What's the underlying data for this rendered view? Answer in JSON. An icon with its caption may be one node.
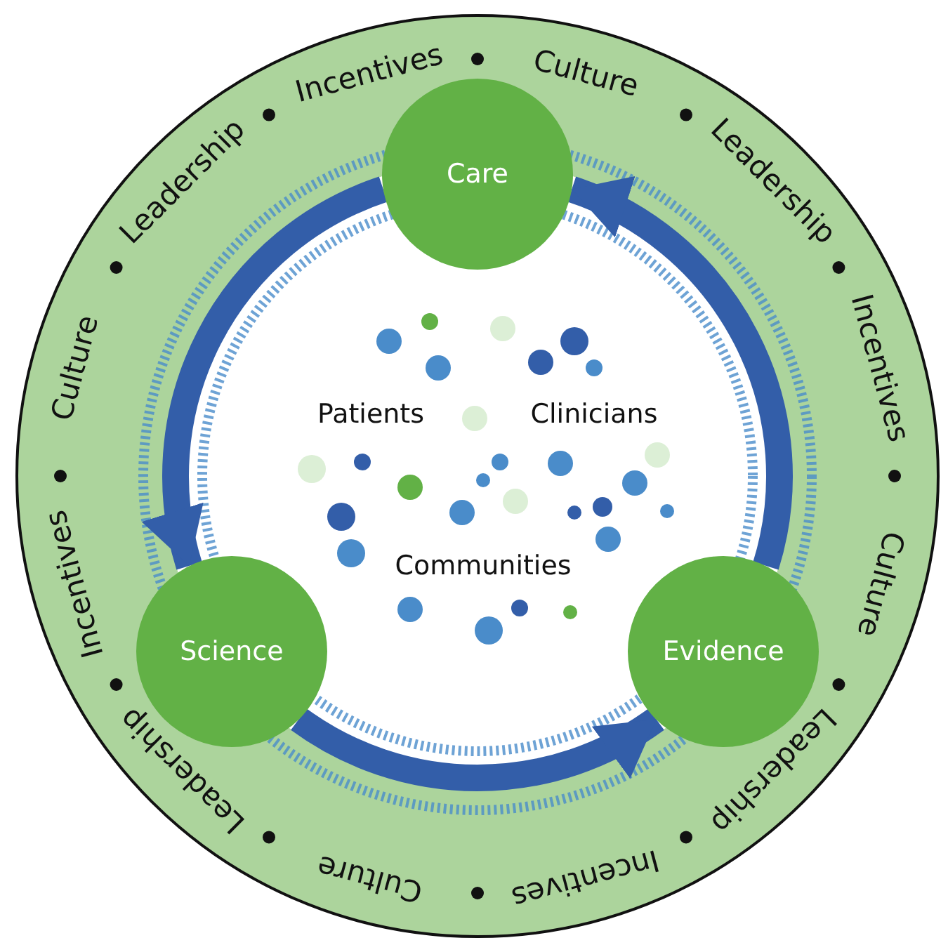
{
  "diagram": {
    "nodes": [
      {
        "text": [
          "Care"
        ]
      },
      {
        "text": [
          "Science"
        ]
      },
      {
        "text": [
          "Evidence"
        ]
      }
    ],
    "edges": [
      {
        "from": 0,
        "to": 1,
        "arrow": "to"
      },
      {
        "from": 1,
        "to": 2,
        "arrow": "to"
      },
      {
        "from": 2,
        "to": 0,
        "arrow": "to"
      }
    ],
    "labels": [
      "Patients",
      "Clinicians",
      "Communities",
      "Incentives",
      "Culture",
      "Leadership",
      "Incentives",
      "Culture",
      "Leadership",
      "Incentives",
      "Culture",
      "Leadership",
      "Incentives",
      "Culture",
      "Leadership"
    ]
  }
}
